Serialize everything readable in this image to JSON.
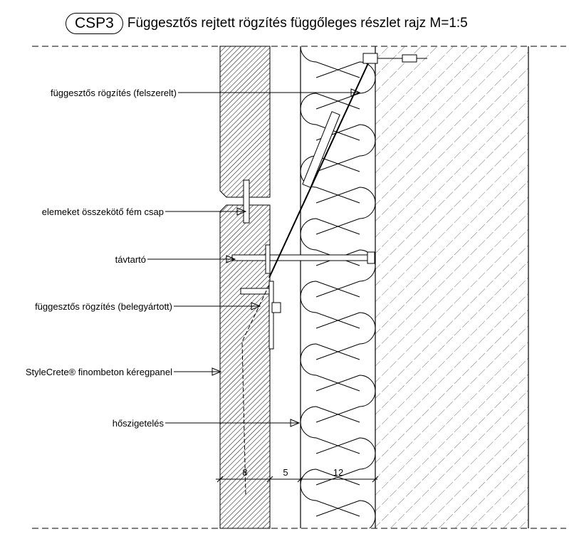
{
  "title": {
    "code": "CSP3",
    "text": "Függesztős rejtett rögzítés függőleges részlet rajz M=1:5"
  },
  "labels": [
    "függesztős rögzítés (felszerelt)",
    "elemeket összekötő fém csap",
    "távtartó",
    "függesztős rögzítés (belegyártott)",
    "StyleCrete® finombeton kéregpanel",
    "hőszigetelés"
  ],
  "dimensions": [
    "8",
    "5",
    "12"
  ]
}
